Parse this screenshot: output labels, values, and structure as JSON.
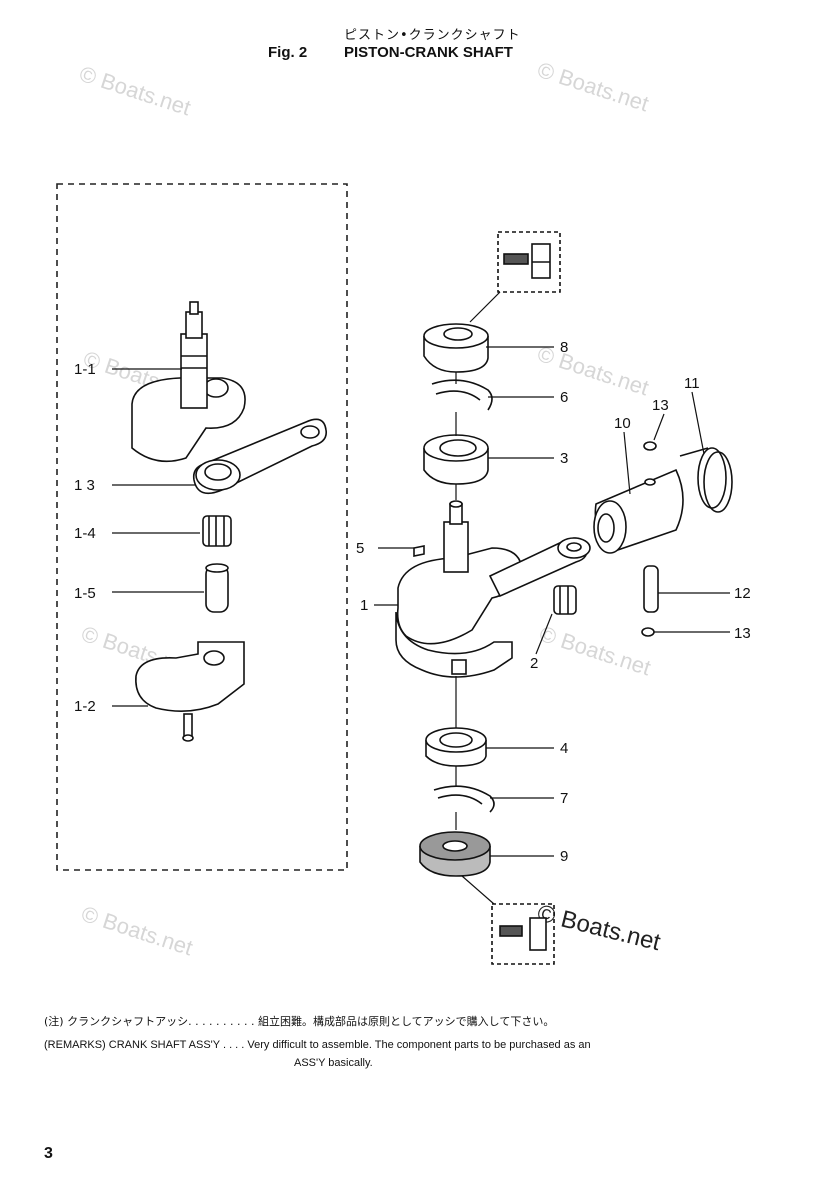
{
  "header": {
    "title_jp": "ピストン•クランクシャフト",
    "fig_label": "Fig. 2",
    "fig_title": "PISTON-CRANK SHAFT"
  },
  "watermark": "© Boats.net",
  "labels": {
    "p1_1": "1-1",
    "p1_3": "1 3",
    "p1_4": "1-4",
    "p1_5": "1-5",
    "p1_2": "1-2",
    "p8": "8",
    "p6": "6",
    "p3": "3",
    "p5": "5",
    "p1": "1",
    "p2": "2",
    "p4": "4",
    "p7": "7",
    "p9": "9",
    "p10": "10",
    "p11": "11",
    "p13a": "13",
    "p12": "12",
    "p13b": "13"
  },
  "notes": {
    "jp": "(注) クランクシャフトアッシ. . . . . . . . . . 組立困難。構成部品は原則としてアッシで購入して下さい。",
    "en": "(REMARKS) CRANK SHAFT ASS'Y . . . . Very difficult to assemble. The component parts to be purchased as an",
    "en2": "ASS'Y basically."
  },
  "page_number": "3"
}
